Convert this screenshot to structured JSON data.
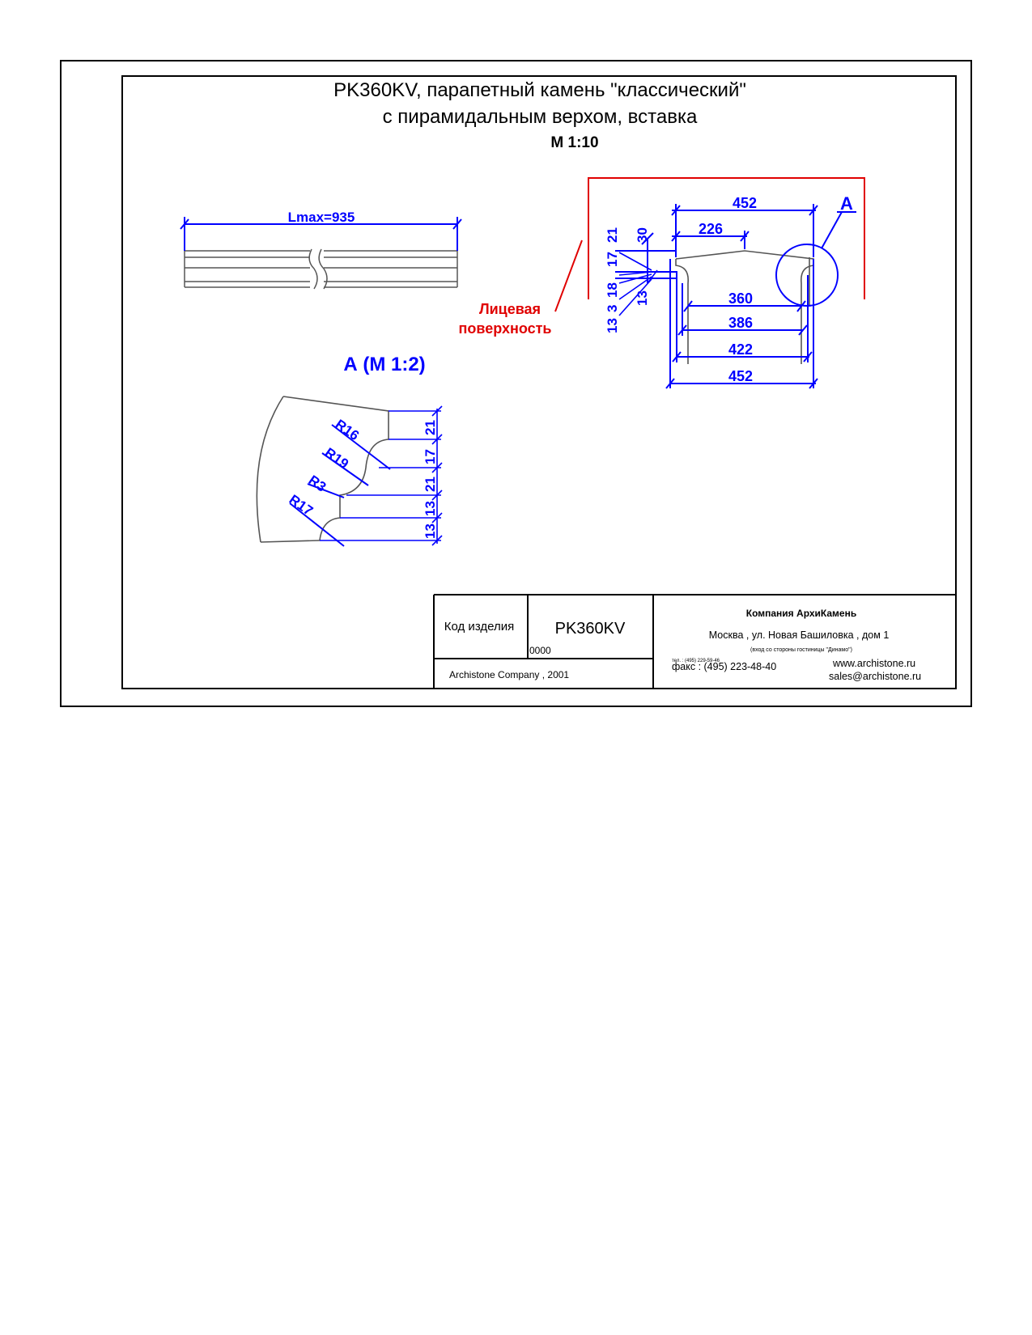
{
  "title": {
    "line1": "PK360KV, парапетный камень \"классический\"",
    "line2": "с пирамидальным верхом, вставка",
    "scale": "М 1:10"
  },
  "side_view": {
    "length_label": "Lmax=935"
  },
  "section": {
    "top_overall": "452",
    "top_half": "226",
    "left_dims": [
      "21",
      "17",
      "18",
      "3",
      "13"
    ],
    "left_dims_b": [
      "30",
      "13"
    ],
    "bottom_dims": [
      "360",
      "386",
      "422",
      "452"
    ],
    "detail_marker": "А",
    "face_label_line1": "Лицевая",
    "face_label_line2": "поверхность"
  },
  "detail": {
    "heading": "А (М 1:2)",
    "radii": [
      "R16",
      "R19",
      "R3",
      "R17"
    ],
    "heights": [
      "21",
      "17",
      "21",
      "13",
      "13"
    ]
  },
  "title_block": {
    "code_label": "Код изделия",
    "code_value": "PK360KV",
    "number": "0000",
    "copyright": "Archistone  Company ,  2001",
    "company": "Компания  АрхиКамень",
    "address": "Москва , ул. Новая Башиловка , дом 1",
    "address_note": "(вход со стороны гостиницы \"Динамо\")",
    "phone_label": "тел. : (495) 229-59-46",
    "fax": "факс : (495) 223-48-40",
    "web": "www.archistone.ru",
    "email": "sales@archistone.ru"
  },
  "colors": {
    "dimension": "#0000ff",
    "face_surface": "#e00000",
    "outline": "#555555"
  }
}
